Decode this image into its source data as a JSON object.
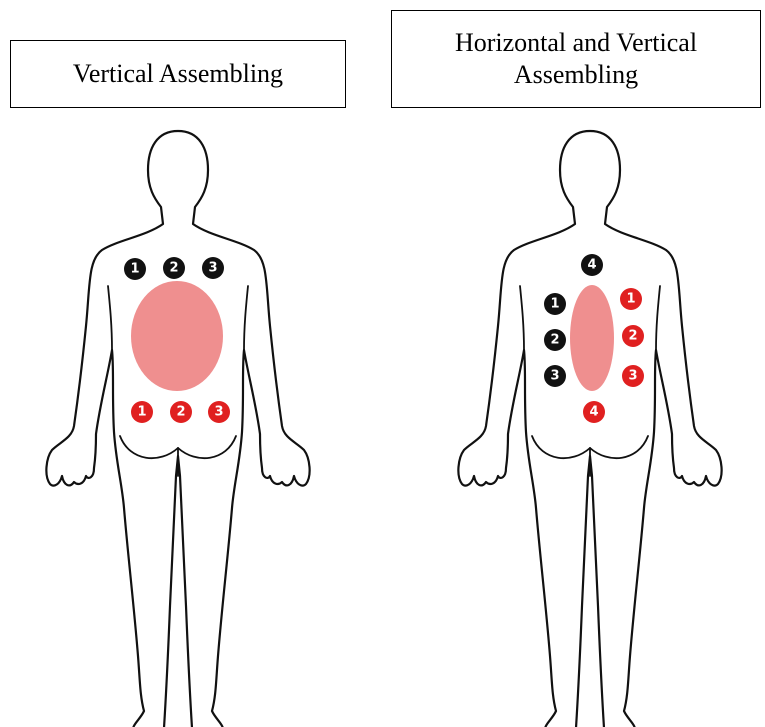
{
  "panels": [
    {
      "title_lines": [
        "Vertical Assembling"
      ],
      "black_markers": [
        "1",
        "2",
        "3"
      ],
      "red_markers": [
        "1",
        "2",
        "3"
      ]
    },
    {
      "title_lines": [
        "Horizontal and Vertical",
        "Assembling"
      ],
      "black_markers": [
        "4",
        "1",
        "2",
        "3"
      ],
      "red_markers": [
        "1",
        "2",
        "3",
        "4"
      ]
    }
  ],
  "colors": {
    "black_marker": "#111111",
    "red_marker": "#e02020",
    "zone_fill": "#ef8f8f"
  }
}
